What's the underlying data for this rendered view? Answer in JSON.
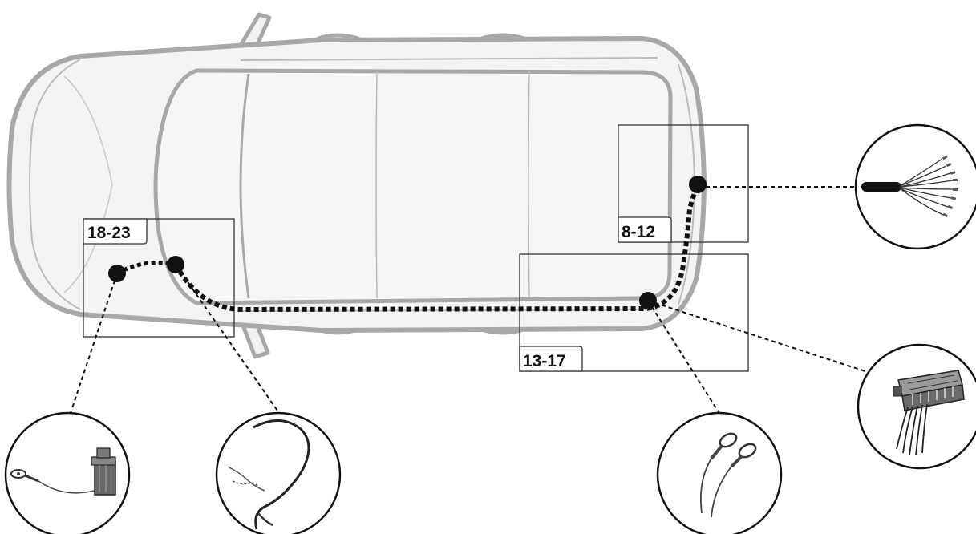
{
  "diagram": {
    "regions": [
      {
        "id": "front",
        "label": "18-23"
      },
      {
        "id": "rear-upper",
        "label": "8-12"
      },
      {
        "id": "rear-lower",
        "label": "13-17"
      }
    ],
    "details": [
      {
        "id": "ground-relay",
        "icon": "ground-terminal-relay-icon"
      },
      {
        "id": "twisted-wire",
        "icon": "twisted-wire-icon"
      },
      {
        "id": "ring-terminals",
        "icon": "ring-terminals-icon"
      },
      {
        "id": "lamp-connector",
        "icon": "multi-pin-connector-icon"
      },
      {
        "id": "cable-harness",
        "icon": "cable-harness-icon"
      }
    ],
    "colors": {
      "car_outline": "#a8a8a8",
      "car_fill": "#f4f4f4",
      "wire": "#111111",
      "frame": "#333333"
    }
  }
}
